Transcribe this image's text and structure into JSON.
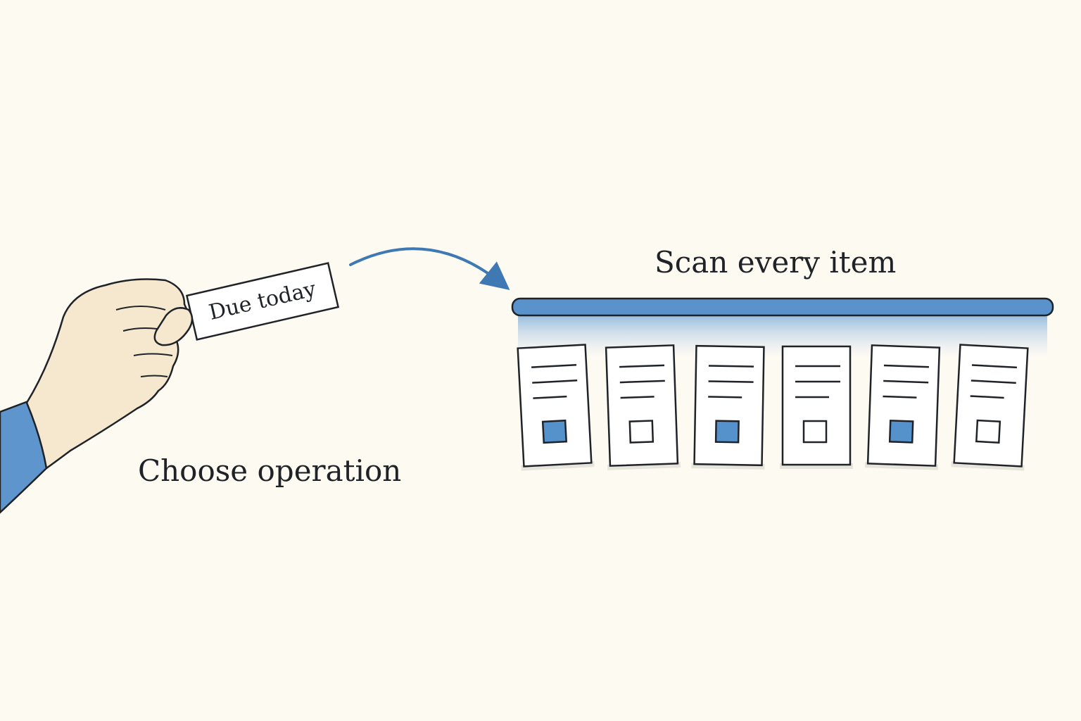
{
  "tag": {
    "text": "Due today"
  },
  "operation": {
    "label": "Choose operation"
  },
  "scan": {
    "label": "Scan every item"
  },
  "items": [
    {
      "checked": true
    },
    {
      "checked": false
    },
    {
      "checked": true
    },
    {
      "checked": false
    },
    {
      "checked": true
    },
    {
      "checked": false
    }
  ],
  "colors": {
    "accent": "#3f79b4",
    "bar": "#5a93cb",
    "fill": "#5592cc",
    "sleeve": "#5e95cc",
    "skin": "#f6e8cf",
    "ink": "#1f2328",
    "background": "#fdfaf2"
  }
}
